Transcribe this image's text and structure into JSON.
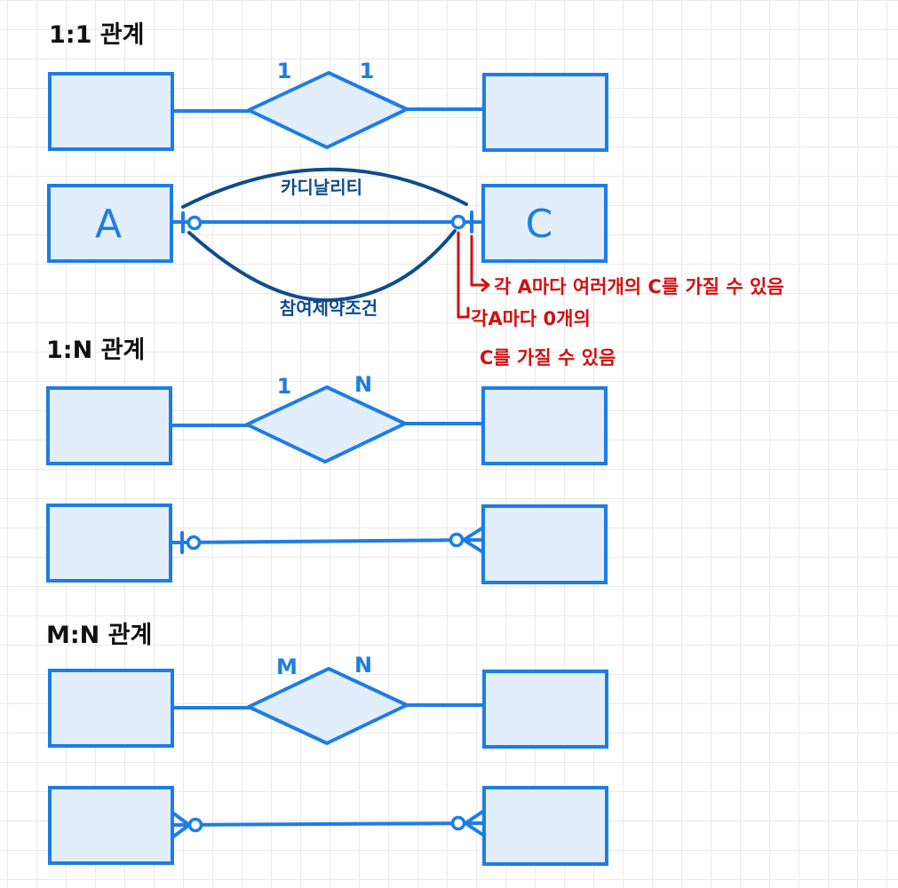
{
  "sections": {
    "one_to_one": {
      "title": "1:1 관계",
      "left_cardinality": "1",
      "right_cardinality": "1",
      "entity_a_label": "A",
      "entity_c_label": "C",
      "cardinality_note": "카디날리티",
      "participation_note": "참여제약조건"
    },
    "one_to_many": {
      "title": "1:N 관계",
      "left_cardinality": "1",
      "right_cardinality": "N"
    },
    "many_to_many": {
      "title": "M:N 관계",
      "left_cardinality": "M",
      "right_cardinality": "N"
    }
  },
  "annotations": {
    "cardinality_text": "각 A마다 여러개의 C를 가질 수 있음",
    "participation_line1": "각A마다 0개의",
    "participation_line2": "C를 가질 수 있음"
  },
  "colors": {
    "entity_stroke": "#1d7de6",
    "entity_fill": "#e3eefc",
    "note_blue": "#0f4c8f",
    "note_red": "#d20f0f"
  }
}
